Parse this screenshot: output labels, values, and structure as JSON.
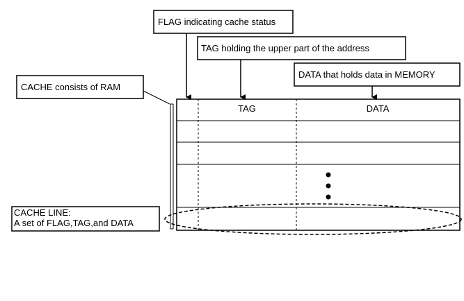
{
  "callouts": {
    "flag": "FLAG indicating cache status",
    "tag": "TAG holding the upper part of the address",
    "data": "DATA that holds data in MEMORY",
    "cache": "CACHE consists of RAM",
    "line_title": "CACHE LINE:",
    "line_desc": "A set of FLAG,TAG,and DATA"
  },
  "table": {
    "headers": {
      "flag": "",
      "tag": "TAG",
      "data": "DATA"
    }
  }
}
